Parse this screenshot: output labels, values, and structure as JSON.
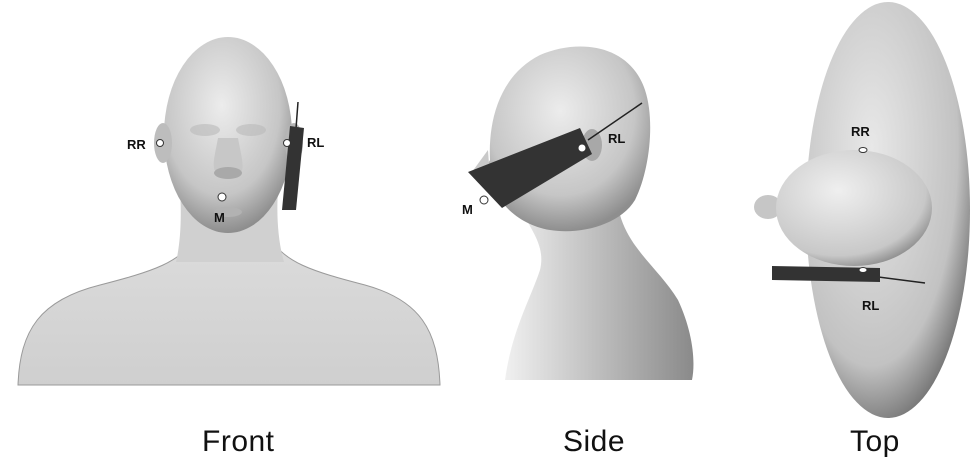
{
  "views": [
    {
      "id": "front",
      "caption": "Front",
      "labels": {
        "rr": "RR",
        "rl": "RL",
        "m": "M"
      }
    },
    {
      "id": "side",
      "caption": "Side",
      "labels": {
        "rl": "RL",
        "m": "M"
      }
    },
    {
      "id": "top",
      "caption": "Top",
      "labels": {
        "rr": "RR",
        "rl": "RL"
      }
    }
  ],
  "colors": {
    "skin_light": "#e2e2e2",
    "skin_mid": "#b8b8b8",
    "skin_dark": "#7a7a7a",
    "device": "#333333",
    "marker_fill": "#ffffff"
  }
}
